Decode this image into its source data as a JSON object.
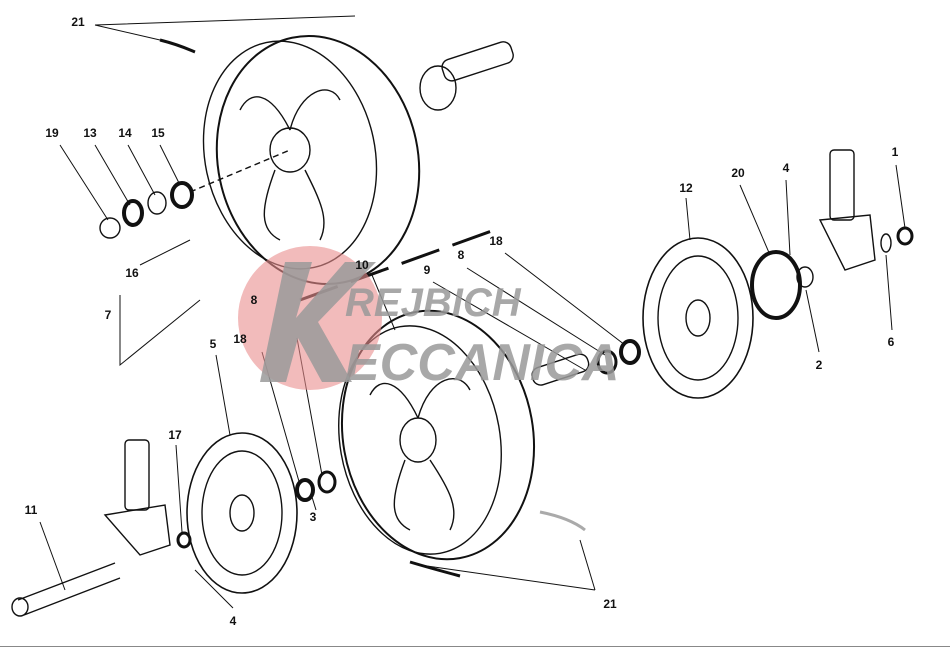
{
  "diagram": {
    "title": "Wheels exploded parts diagram",
    "callouts": [
      "21",
      "19",
      "13",
      "14",
      "15",
      "16",
      "7",
      "10",
      "9",
      "8",
      "18",
      "12",
      "20",
      "4",
      "1",
      "6",
      "2",
      "5",
      "18",
      "8",
      "17",
      "11",
      "3",
      "4",
      "21"
    ],
    "watermark": {
      "line1": "REJBICH",
      "line2": "ECCANICA",
      "letter": "K",
      "color": "#e98d8d"
    }
  }
}
